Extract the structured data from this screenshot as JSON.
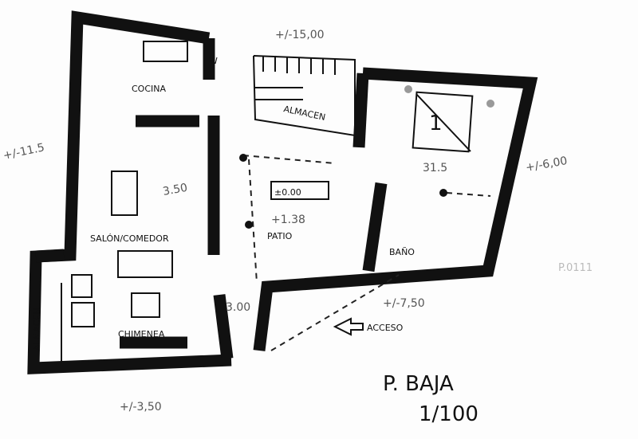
{
  "plan": {
    "title": "P. BAJA",
    "scale": "1/100",
    "rooms": {
      "kitchen": "COCINA",
      "wc": "W",
      "storage_top": "ALMACEN",
      "living": "SALÓN/COMEDOR",
      "patio": "PATIO",
      "bath": "BAÑO",
      "fireplace": "CHIMENEA",
      "storage_left": "ALMACEN",
      "bedroom_number": "1"
    },
    "levels": {
      "top": "+/-15,00",
      "left": "+/-11.5",
      "right": "+/-6,00",
      "bottom_right": "+/-7,50",
      "bottom_left": "+/-3,50",
      "patio_level": "±0.00",
      "patio_sub": "+1.38"
    },
    "dimensions": {
      "living_width": "3.50",
      "bedroom": "31.5",
      "entry": "3.00"
    },
    "entrance": "ACCESO",
    "margin_note": "P.0111",
    "wall_color": "#111111"
  }
}
